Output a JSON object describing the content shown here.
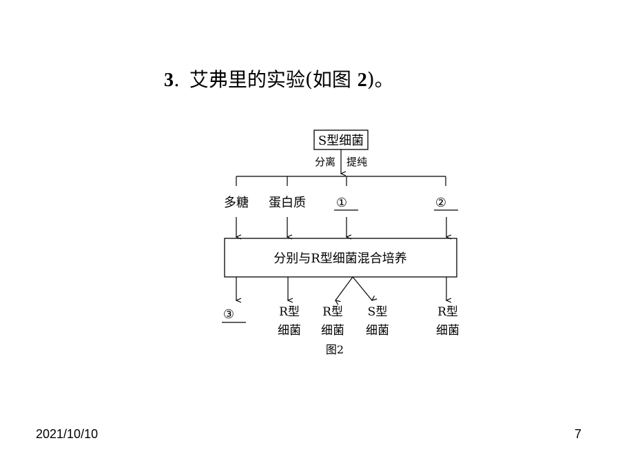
{
  "slide": {
    "heading": {
      "number": "3",
      "separator": ".",
      "text_before": "艾弗里的实验(如图 ",
      "figure_ref": "2",
      "text_after": ")。"
    },
    "footer": {
      "date": "2021/10/10",
      "page_number": "7"
    }
  },
  "diagram": {
    "source": "S型细菌",
    "step_left": "分离",
    "step_right": "提纯",
    "components": [
      "多糖",
      "蛋白质",
      "①",
      "②"
    ],
    "process": "分别与R型细菌混合培养",
    "results": [
      {
        "lines": [
          "③"
        ]
      },
      {
        "lines": [
          "R型",
          "细菌"
        ]
      },
      {
        "lines": [
          "R型",
          "细菌"
        ]
      },
      {
        "lines": [
          "S型",
          "细菌"
        ]
      },
      {
        "lines": [
          "R型",
          "细菌"
        ]
      }
    ],
    "caption": "图2"
  }
}
